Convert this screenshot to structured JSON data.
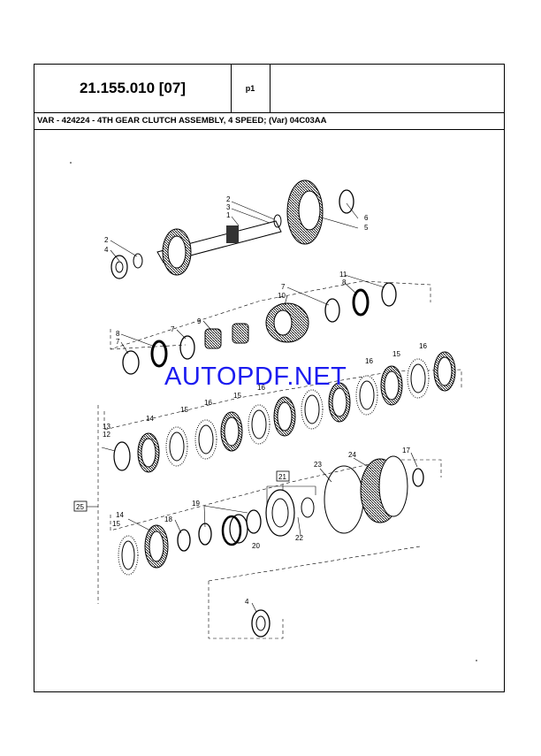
{
  "header": {
    "code": "21.155.010 [07]",
    "page": "p1"
  },
  "title": "VAR - 424224 - 4TH GEAR CLUTCH ASSEMBLY, 4 SPEED; (Var) 04C03AA",
  "watermark": "AUTOPDF.NET",
  "callouts": [
    {
      "text": "2"
    },
    {
      "text": "3"
    },
    {
      "text": "1"
    },
    {
      "text": "6"
    },
    {
      "text": "5"
    },
    {
      "text": "2"
    },
    {
      "text": "4"
    },
    {
      "text": "7"
    },
    {
      "text": "10"
    },
    {
      "text": "11"
    },
    {
      "text": "8"
    },
    {
      "text": "9"
    },
    {
      "text": "7"
    },
    {
      "text": "8"
    },
    {
      "text": "7"
    },
    {
      "text": "16"
    },
    {
      "text": "15"
    },
    {
      "text": "16"
    },
    {
      "text": "16"
    },
    {
      "text": "15"
    },
    {
      "text": "16"
    },
    {
      "text": "15"
    },
    {
      "text": "14"
    },
    {
      "text": "13"
    },
    {
      "text": "12"
    },
    {
      "text": "21"
    },
    {
      "text": "23"
    },
    {
      "text": "24"
    },
    {
      "text": "17"
    },
    {
      "text": "25"
    },
    {
      "text": "19"
    },
    {
      "text": "18"
    },
    {
      "text": "14"
    },
    {
      "text": "15"
    },
    {
      "text": "20"
    },
    {
      "text": "22"
    },
    {
      "text": "4"
    }
  ]
}
